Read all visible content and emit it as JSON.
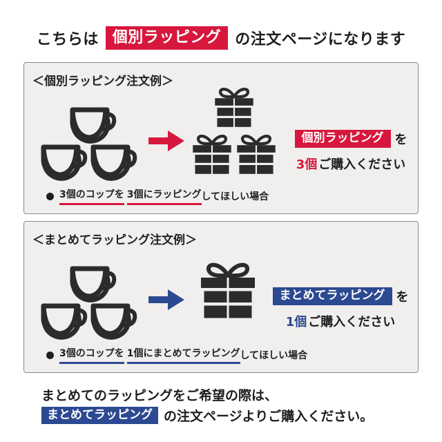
{
  "header": {
    "prefix": "こちらは",
    "tag": "個別ラッピング",
    "suffix": "の注文ページになります"
  },
  "example_individual": {
    "title": "＜個別ラッピング注文例＞",
    "msg_tag": "個別ラッピング",
    "msg_wo": "を",
    "msg_count": "3個",
    "msg_rest": "ご購入ください",
    "note_part1": "3個のコップを",
    "note_part2": "3個にラッピング",
    "note_part3": "してほしい場合"
  },
  "example_combined": {
    "title": "＜まとめてラッピング注文例＞",
    "msg_tag": "まとめてラッピング",
    "msg_wo": "を",
    "msg_count": "1個",
    "msg_rest": "ご購入ください",
    "note_part1": "3個のコップを",
    "note_part2": "1個にまとめてラッピング",
    "note_part3": "してほしい場合"
  },
  "footer": {
    "line1": "まとめてのラッピングをご希望の際は、",
    "tag": "まとめてラッピング",
    "line2_rest": "の注文ページよりご購入ください。"
  },
  "colors": {
    "red": "#d7173d",
    "blue": "#2c4a92",
    "panel_bg": "#f1efed",
    "icon": "#2b2b2b"
  },
  "icons": [
    "cup-icon",
    "right-arrow-icon",
    "gift-box-icon",
    "bullet-icon"
  ]
}
